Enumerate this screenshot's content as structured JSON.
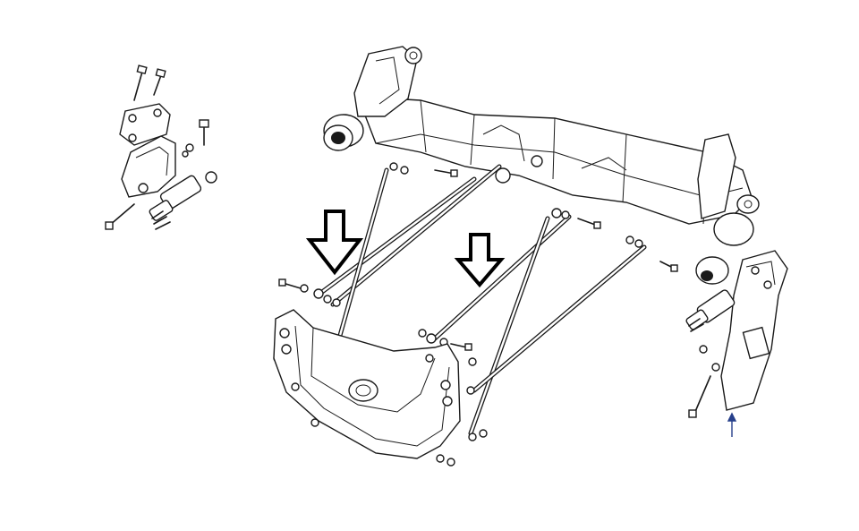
{
  "figure": {
    "background": "#ffffff",
    "line_color": "#1a1a1a",
    "callout_arrow_color": "#000000",
    "marker_color": "#27408b"
  },
  "callouts": [
    {
      "name": "down-arrow-left",
      "shape": "hollow-down-arrow"
    },
    {
      "name": "down-arrow-right",
      "shape": "hollow-down-arrow"
    },
    {
      "name": "pointer-arrow-bottom-right",
      "shape": "small-up-arrow"
    }
  ]
}
